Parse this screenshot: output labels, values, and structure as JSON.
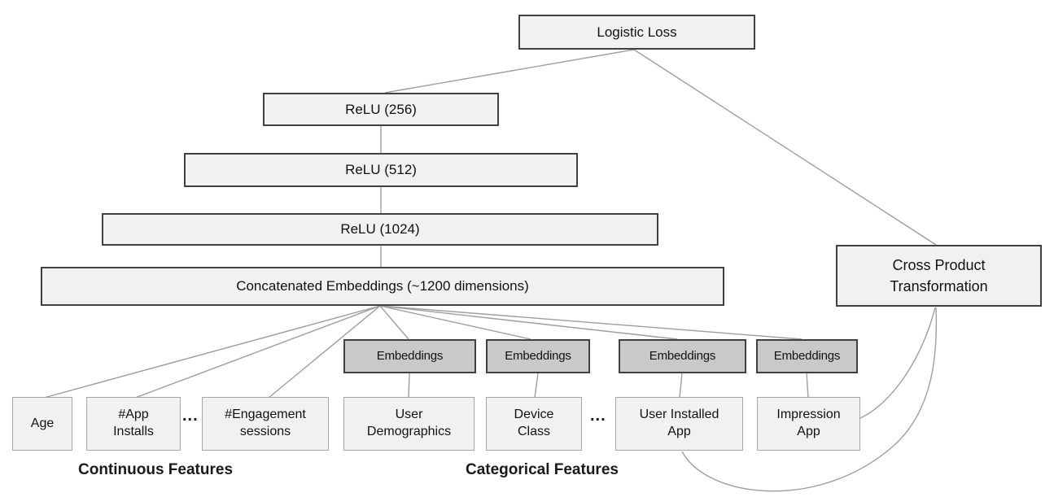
{
  "colors": {
    "background": "#ffffff",
    "box_fill_light": "#f1f1f0",
    "box_fill_dark": "#c9c9c9",
    "border_dark": "#414141",
    "border_light": "#a6a6a6",
    "connector": "#9e9e9e",
    "text": "#111111"
  },
  "diagram": {
    "nodes": {
      "logistic_loss": "Logistic Loss",
      "relu_256": "ReLU (256)",
      "relu_512": "ReLU (512)",
      "relu_1024": "ReLU (1024)",
      "concat_embeddings": "Concatenated Embeddings (~1200 dimensions)",
      "cross_product": "Cross Product Transformation",
      "embeddings": "Embeddings",
      "age": "Age",
      "app_installs": "#App Installs",
      "engagement_sessions": "#Engagement sessions",
      "user_demographics": "User Demographics",
      "device_class": "Device Class",
      "user_installed_app": "User Installed App",
      "impression_app": "Impression App"
    },
    "ellipsis": "...",
    "section_labels": {
      "continuous": "Continuous Features",
      "categorical": "Categorical Features"
    }
  }
}
